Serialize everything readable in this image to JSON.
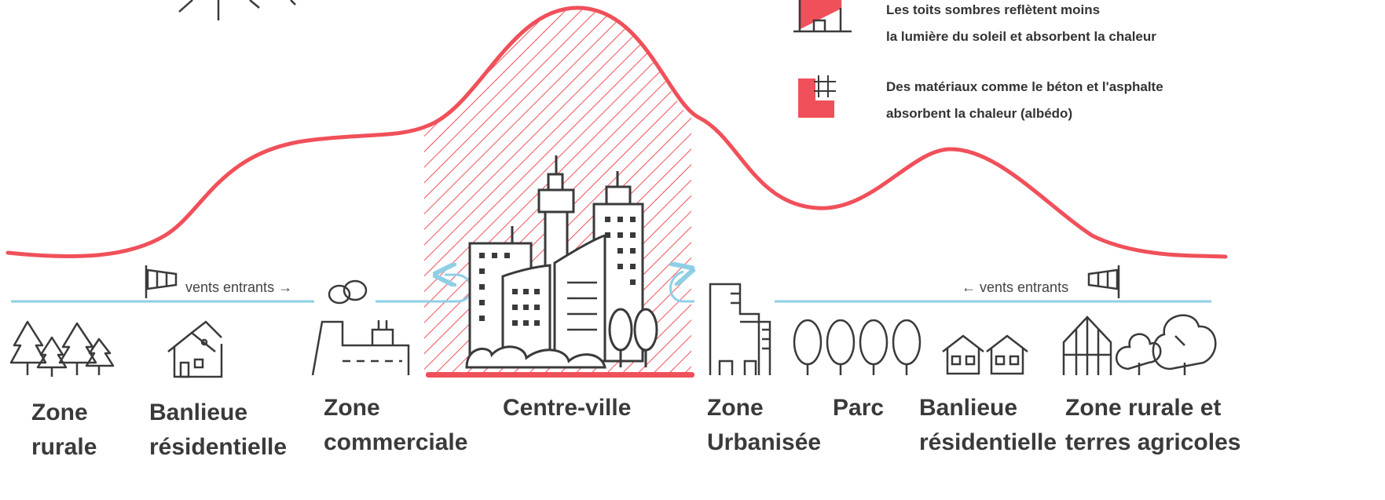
{
  "legend": [
    {
      "lines": [
        "Les toits sombres reflètent moins",
        "la lumière du soleil et absorbent la chaleur"
      ],
      "icon": "dark-roof-icon"
    },
    {
      "lines": [
        "Des matériaux comme le béton et l'asphalte",
        "absorbent la chaleur (albédo)"
      ],
      "icon": "concrete-grid-icon"
    }
  ],
  "wind": {
    "left_label": "vents entrants →",
    "right_label": "← vents entrants"
  },
  "zones": [
    {
      "lines": [
        "Zone",
        "rurale"
      ]
    },
    {
      "lines": [
        "Banlieue",
        "résidentielle"
      ]
    },
    {
      "lines": [
        "Zone",
        "commerciale"
      ]
    },
    {
      "lines": [
        "Centre-ville"
      ]
    },
    {
      "lines": [
        "Zone",
        "Urbanisée"
      ]
    },
    {
      "lines": [
        "Parc"
      ]
    },
    {
      "lines": [
        "Banlieue",
        "résidentielle"
      ]
    },
    {
      "lines": [
        "Zone rurale et",
        "terres agricoles"
      ]
    }
  ],
  "colors": {
    "curve": "#f0505a",
    "wind": "#8ecfe6",
    "lineart": "#3a3a3a",
    "hatch": "#f0505a"
  }
}
